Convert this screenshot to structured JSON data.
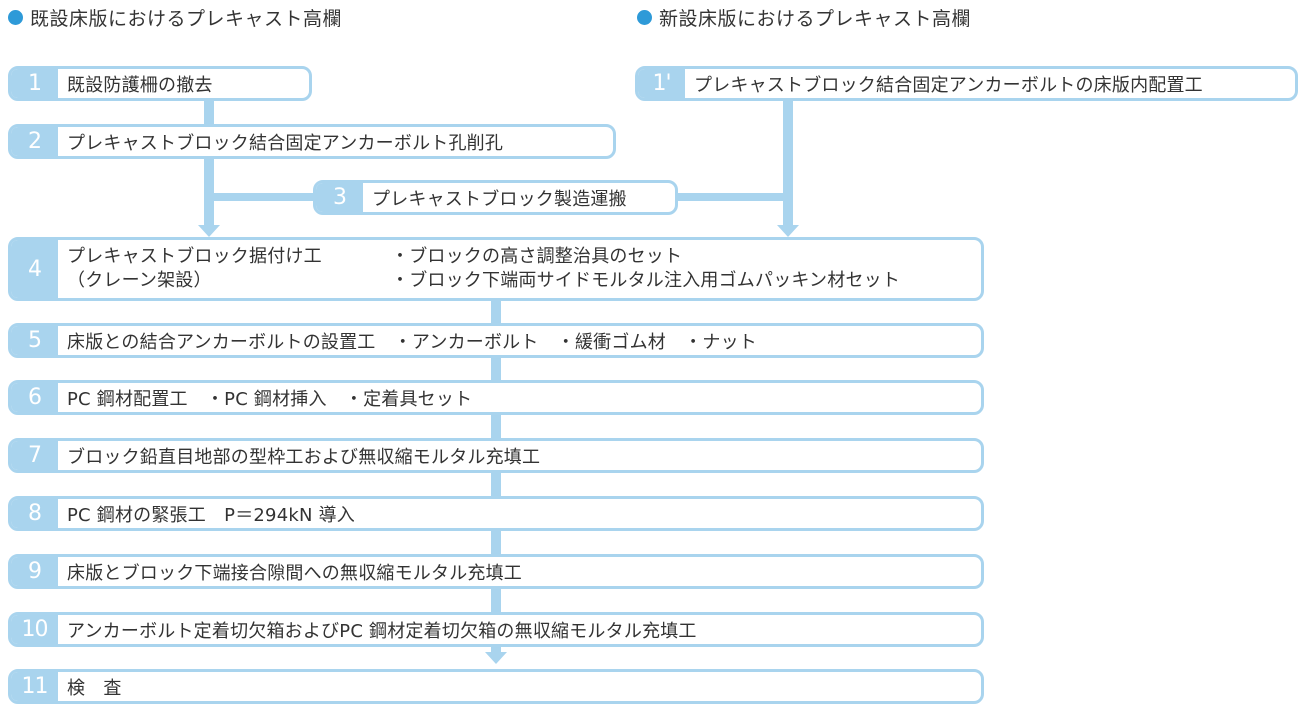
{
  "headings": {
    "left": "既設床版におけるプレキャスト高欄",
    "right": "新設床版におけるプレキャスト高欄"
  },
  "steps": {
    "s1": {
      "num": "1",
      "text": "既設防護柵の撤去"
    },
    "s1p": {
      "num": "1'",
      "text": "プレキャストブロック結合固定アンカーボルトの床版内配置工"
    },
    "s2": {
      "num": "2",
      "text": "プレキャストブロック結合固定アンカーボルト孔削孔"
    },
    "s3": {
      "num": "3",
      "text": "プレキャストブロック製造運搬"
    },
    "s4": {
      "num": "4",
      "line1a": "プレキャストブロック据付け工",
      "line1b": "・ブロックの高さ調整治具のセット",
      "line2a": "（クレーン架設）",
      "line2b": "・ブロック下端両サイドモルタル注入用ゴムパッキン材セット"
    },
    "s5": {
      "num": "5",
      "text": "床版との結合アンカーボルトの設置工　・アンカーボルト　・緩衝ゴム材　・ナット"
    },
    "s6": {
      "num": "6",
      "text": "PC 鋼材配置工　・PC 鋼材挿入　・定着具セット"
    },
    "s7": {
      "num": "7",
      "text": "ブロック鉛直目地部の型枠工および無収縮モルタル充填工"
    },
    "s8": {
      "num": "8",
      "text": "PC 鋼材の緊張工　P＝294kN 導入"
    },
    "s9": {
      "num": "9",
      "text": "床版とブロック下端接合隙間への無収縮モルタル充填工"
    },
    "s10": {
      "num": "10",
      "text": "アンカーボルト定着切欠箱およびPC 鋼材定着切欠箱の無収縮モルタル充填工"
    },
    "s11": {
      "num": "11",
      "text": "検　査"
    }
  },
  "colors": {
    "accent": "#a9d4ee",
    "bullet": "#2e9ad8",
    "text": "#333333"
  }
}
